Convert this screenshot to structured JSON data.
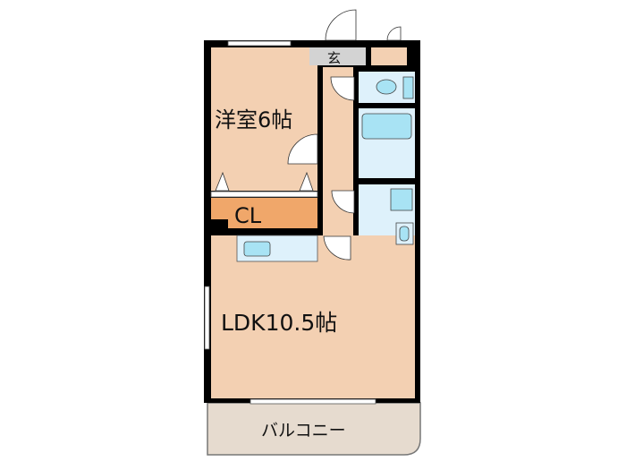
{
  "rooms": {
    "western_room": "洋室6帖",
    "closet": "CL",
    "entrance": "玄",
    "ldk": "LDK10.5帖",
    "balcony": "バルコニー"
  },
  "colors": {
    "room_floor": "#f3d0b2",
    "closet": "#f0a76a",
    "entrance": "#d3d3d3",
    "wet_area": "#def1fb",
    "fixture": "#a8e3f4",
    "balcony": "#e6dbcf",
    "wall": "#000000"
  }
}
